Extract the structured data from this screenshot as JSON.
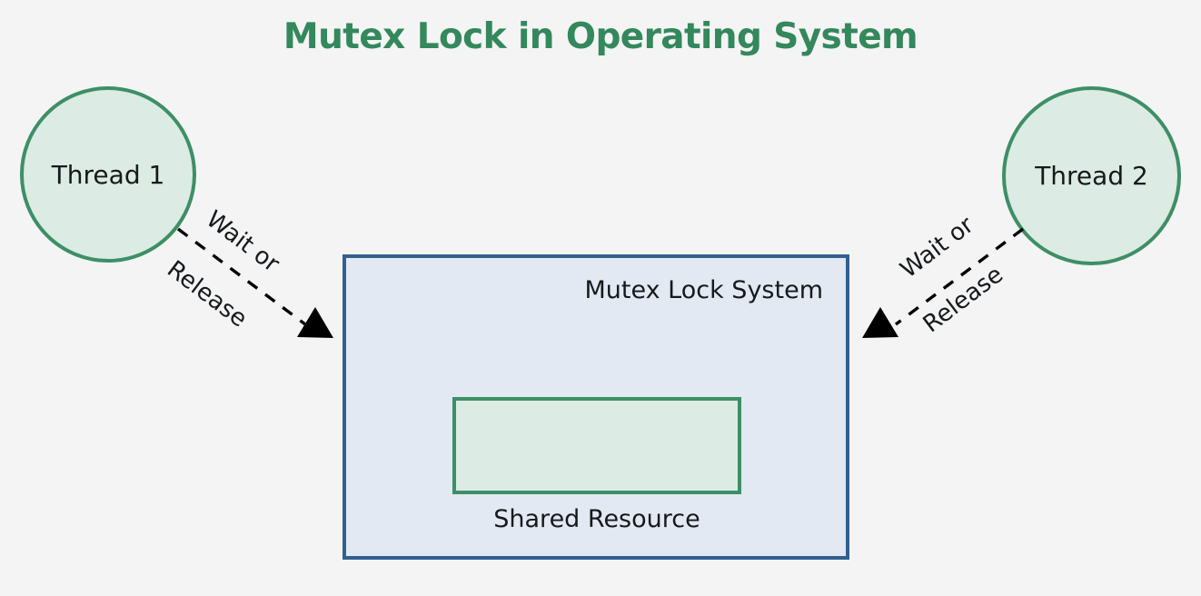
{
  "diagram": {
    "title": "Mutex Lock in Operating System",
    "background_color": "#f4f4f4",
    "title_color": "#33885c"
  },
  "nodes": {
    "thread_1": {
      "label": "Thread 1",
      "shape": "circle",
      "fill_color": "#dcebe3",
      "border_color": "#3d8f66"
    },
    "thread_2": {
      "label": "Thread 2",
      "shape": "circle",
      "fill_color": "#dcebe3",
      "border_color": "#3d8f66"
    },
    "mutex_box": {
      "label": "Mutex Lock System",
      "shape": "rectangle",
      "fill_color": "#e3e9f2",
      "border_color": "#31608f"
    },
    "shared_resource": {
      "label": "Shared Resource",
      "shape": "rectangle",
      "fill_color": "#dcebe3",
      "border_color": "#3d8f66"
    }
  },
  "edges": [
    {
      "id": "thread1-to-mutex",
      "from": "thread_1",
      "to": "mutex_box",
      "label_line_1": "Wait or",
      "label_line_2": "Release",
      "style": "dashed",
      "arrowhead": "filled-triangle",
      "color": "#000000"
    },
    {
      "id": "thread2-to-mutex",
      "from": "thread_2",
      "to": "mutex_box",
      "label_line_1": "Wait or",
      "label_line_2": "Release",
      "style": "dashed",
      "arrowhead": "filled-triangle",
      "color": "#000000"
    }
  ]
}
